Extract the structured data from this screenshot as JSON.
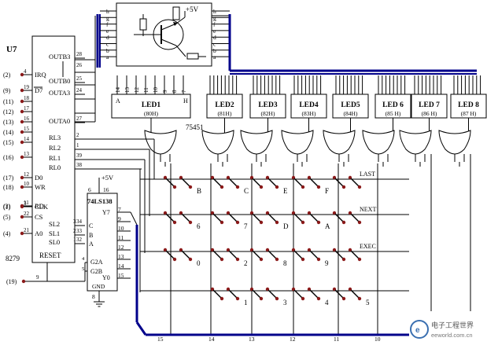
{
  "chip_8279": {
    "name": "U7",
    "part": "8279",
    "left_pins": [
      {
        "num": "(2)",
        "pin": "4",
        "label": "IRQ"
      },
      {
        "num": "(9)",
        "pin": "19",
        "label": "D7"
      },
      {
        "num": "(11)",
        "pin": "18",
        "label": ""
      },
      {
        "num": "(12)",
        "pin": "17",
        "label": ""
      },
      {
        "num": "(13)",
        "pin": "16",
        "label": ""
      },
      {
        "num": "(14)",
        "pin": "15",
        "label": ""
      },
      {
        "num": "(15)",
        "pin": "14",
        "label": ""
      },
      {
        "num": "(16)",
        "pin": "13",
        "label": ""
      },
      {
        "num": "(17)",
        "pin": "12",
        "label": "D0"
      },
      {
        "num": "(18)",
        "pin": "10",
        "label": "WR"
      },
      {
        "num": "(3)",
        "pin": "11",
        "label": "RD"
      },
      {
        "num": "(1)",
        "pin": "3",
        "label": "CLK"
      },
      {
        "num": "(5)",
        "pin": "22",
        "label": "CS"
      },
      {
        "num": "(4)",
        "pin": "21",
        "label": "A0"
      }
    ],
    "reset_label": "RESET",
    "reset_pin": "9",
    "reset_num": "(19)",
    "right_pins": [
      {
        "label": "OUTB3",
        "pin": "28"
      },
      {
        "label": "OUTB0",
        "pin": "25"
      },
      {
        "label": "OUTA3",
        "pin": "24"
      },
      {
        "label": "OUTA0",
        "pin": "27"
      },
      {
        "label": "RL3",
        "pin": "2"
      },
      {
        "label": "RL2",
        "pin": "1"
      },
      {
        "label": "RL1",
        "pin": "39"
      },
      {
        "label": "RL0",
        "pin": "38"
      },
      {
        "label": "SL2",
        "pin": "34"
      },
      {
        "label": "SL1",
        "pin": "33"
      },
      {
        "label": "SL0",
        "pin": "32"
      }
    ],
    "extra_pin": "26"
  },
  "chip_138": {
    "name": "74LS138",
    "vcc": "+5V",
    "pin6": "6",
    "pin16": "16",
    "inputs": [
      "C",
      "B",
      "A"
    ],
    "inputs_pins": [
      "3",
      "2",
      "1"
    ],
    "enables": [
      "G2A",
      "G2B"
    ],
    "enable_pins": [
      "4",
      "5"
    ],
    "outputs": [
      "Y7",
      "Y0"
    ],
    "gnd": "GND",
    "gnd_pin": "8",
    "out_pins": [
      "7",
      "9",
      "10",
      "11",
      "12",
      "13",
      "14",
      "15"
    ]
  },
  "driver": {
    "vcc": "+5V",
    "letters": [
      "h",
      "g",
      "f",
      "e",
      "d",
      "c",
      "b",
      "a"
    ],
    "gate": "75451"
  },
  "leds": [
    {
      "name": "LED1",
      "addr": "(80H)"
    },
    {
      "name": "LED2",
      "addr": "(81H)"
    },
    {
      "name": "LED3",
      "addr": "(82H)"
    },
    {
      "name": "LED4",
      "addr": "(83H)"
    },
    {
      "name": "LED5",
      "addr": "(84H)"
    },
    {
      "name": "LED 6",
      "addr": "(85 H)"
    },
    {
      "name": "LED 7",
      "addr": "(86 H)"
    },
    {
      "name": "LED 8",
      "addr": "(87 H)"
    }
  ],
  "led1_range": {
    "left": "A",
    "right": "H"
  },
  "led_top_pins": [
    "14",
    "13",
    "12",
    "11",
    "10",
    "9",
    "8",
    "7"
  ],
  "keypad": {
    "row1": [
      "B",
      "C",
      "E",
      "F",
      "LAST"
    ],
    "row2": [
      "6",
      "7",
      "D",
      "A",
      "NEXT"
    ],
    "row3": [
      "0",
      "2",
      "8",
      "9",
      "EXEC"
    ],
    "row4": [
      "1",
      "3",
      "4",
      "5"
    ]
  },
  "bottom_pins": [
    "15",
    "14",
    "13",
    "12",
    "11",
    "10"
  ],
  "watermark": {
    "cn": "电子工程世界",
    "url": "eeworld.com.cn"
  }
}
